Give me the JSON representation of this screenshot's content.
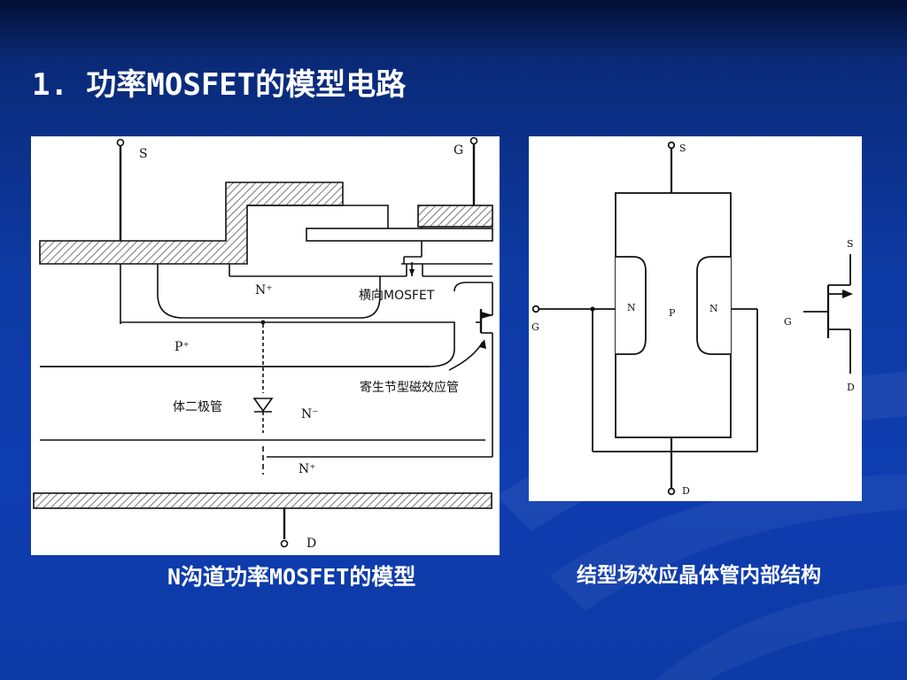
{
  "slide": {
    "title": "1. 功率MOSFET的模型电路"
  },
  "figure_left": {
    "caption": "N沟道功率MOSFET的模型",
    "labels": {
      "source": "S",
      "gate": "G",
      "drain": "D",
      "n_plus_top": "N⁺",
      "lateral_mosfet": "横向MOSFET",
      "p_plus": "P⁺",
      "parasitic_jfet": "寄生节型磁效应管",
      "body_diode": "体二极管",
      "n_minus": "N⁻",
      "n_plus_bottom": "N⁺"
    }
  },
  "figure_right": {
    "caption": "结型场效应晶体管内部结构",
    "labels": {
      "source_top": "S",
      "gate_left": "G",
      "n_left": "N",
      "p_center": "P",
      "n_right": "N",
      "drain_bottom": "D",
      "symbol_source": "S",
      "symbol_gate": "G",
      "symbol_drain": "D"
    }
  },
  "colors": {
    "background": "#0d3aa3",
    "title_text": "#ffffff",
    "panel": "#ffffff",
    "hatch_fill": "#9a9a9a"
  }
}
